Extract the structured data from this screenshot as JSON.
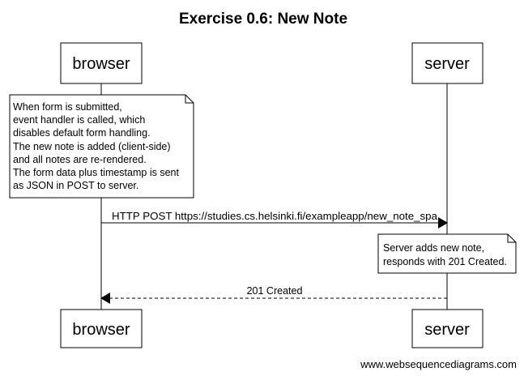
{
  "title": "Exercise 0.6: New Note",
  "participants": [
    {
      "id": "browser",
      "label": "browser"
    },
    {
      "id": "server",
      "label": "server"
    }
  ],
  "notes": [
    {
      "participant": "browser",
      "lines": [
        "When form is submitted,",
        "event handler is called, which",
        "disables default form handling.",
        "The new note is added (client-side)",
        "and all notes are re-rendered.",
        "The form data plus timestamp is sent",
        "as JSON in POST to server."
      ]
    },
    {
      "participant": "server",
      "lines": [
        "Server adds new note,",
        "responds with 201 Created."
      ]
    }
  ],
  "messages": [
    {
      "from": "browser",
      "to": "server",
      "label": "HTTP POST https://studies.cs.helsinki.fi/exampleapp/new_note_spa",
      "style": "solid"
    },
    {
      "from": "server",
      "to": "browser",
      "label": "201 Created",
      "style": "dashed"
    }
  ],
  "watermark": "www.websequencediagrams.com",
  "colors": {
    "line": "#000000",
    "box_fill": "#ffffff",
    "background": "#ffffff"
  }
}
